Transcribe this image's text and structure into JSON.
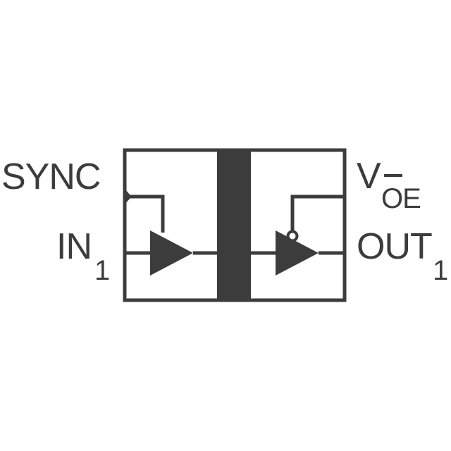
{
  "diagram": {
    "colors": {
      "ink": "#3c3c3c",
      "background": "#ffffff"
    },
    "pins": {
      "sync": {
        "text": "SYNC"
      },
      "in": {
        "main": "IN",
        "sub": "1"
      },
      "voe": {
        "main": "V",
        "sub": "OE",
        "overbar_on": "O"
      },
      "out": {
        "main": "OUT",
        "sub": "1"
      }
    }
  }
}
